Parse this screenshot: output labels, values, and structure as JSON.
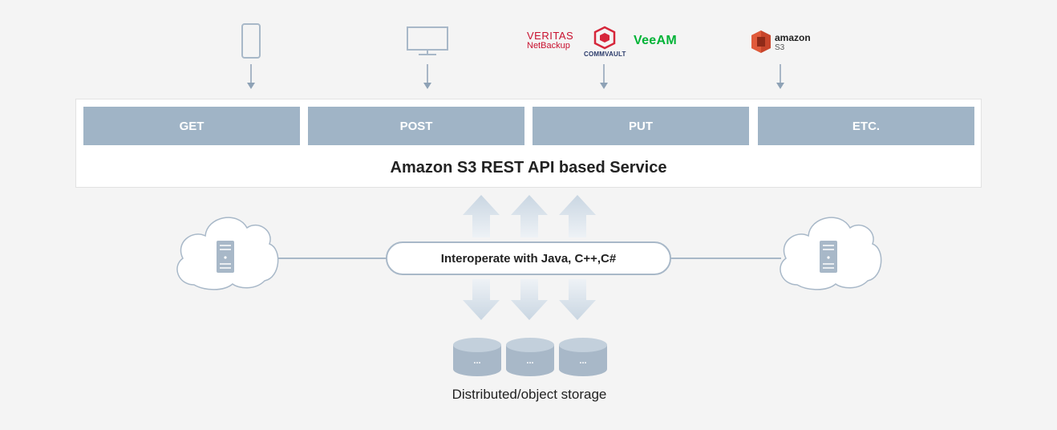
{
  "clients": {
    "logos": {
      "veritas_line1": "VERITAS",
      "veritas_line2": "NetBackup",
      "commvault": "COMMVAULT",
      "veeam": "VeeAM",
      "amazon": "amazon",
      "s3": "S3"
    }
  },
  "api_methods": [
    "GET",
    "POST",
    "PUT",
    "ETC."
  ],
  "service_title": "Amazon S3 REST API based Service",
  "interop_label": "Interoperate with Java, C++,C#",
  "storage": {
    "disk_labels": [
      "...",
      "...",
      "..."
    ],
    "label": "Distributed/object storage"
  },
  "colors": {
    "method_fill": "#a0b4c6",
    "connector": "#a8b8c8",
    "veritas_red": "#c8102e",
    "commvault_red": "#d6263a",
    "veeam_green": "#00b336",
    "aws_orange": "#c7452b"
  }
}
